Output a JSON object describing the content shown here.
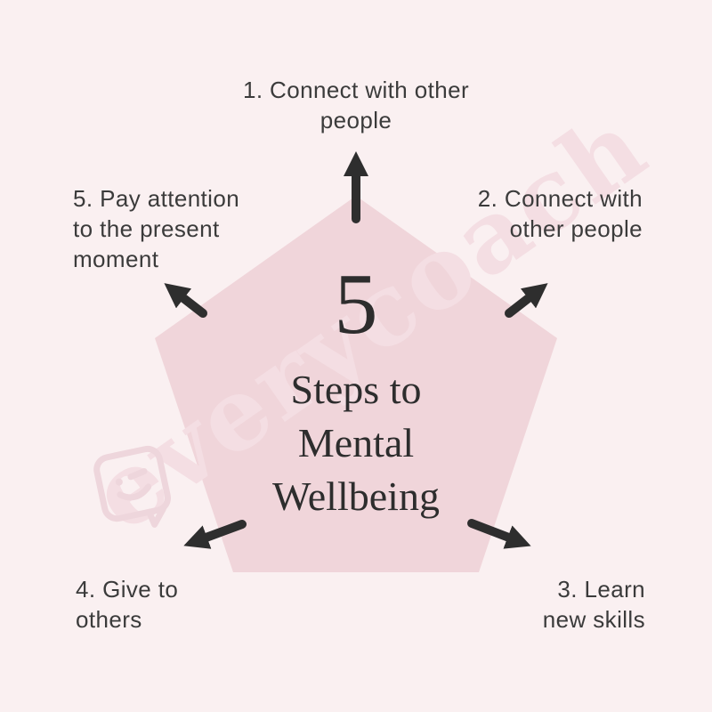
{
  "title": {
    "number": "5",
    "lines": [
      "Steps to",
      "Mental",
      "Wellbeing"
    ]
  },
  "steps": [
    {
      "label": "1. Connect with other people",
      "lines": [
        "1. Connect with other",
        "people"
      ]
    },
    {
      "label": "2. Connect with other people",
      "lines": [
        "2. Connect with",
        "other people"
      ]
    },
    {
      "label": "3. Learn new skills",
      "lines": [
        "3. Learn",
        "new skills"
      ]
    },
    {
      "label": "4. Give to others",
      "lines": [
        "4. Give to",
        "others"
      ]
    },
    {
      "label": "5. Pay attention to the present moment",
      "lines": [
        "5. Pay attention",
        "to the present",
        "moment"
      ]
    }
  ],
  "watermark": {
    "text": "everycoach",
    "logo": "winking-face-speech-bubble"
  },
  "colors": {
    "background": "#faf0f1",
    "pentagon": "#f0d5da",
    "arrow": "#2e2e2e",
    "label_text": "#3b3b3b",
    "title_text": "#2d2d2d",
    "watermark": "#f4dee3",
    "watermark_logo": "#eed6dc"
  }
}
